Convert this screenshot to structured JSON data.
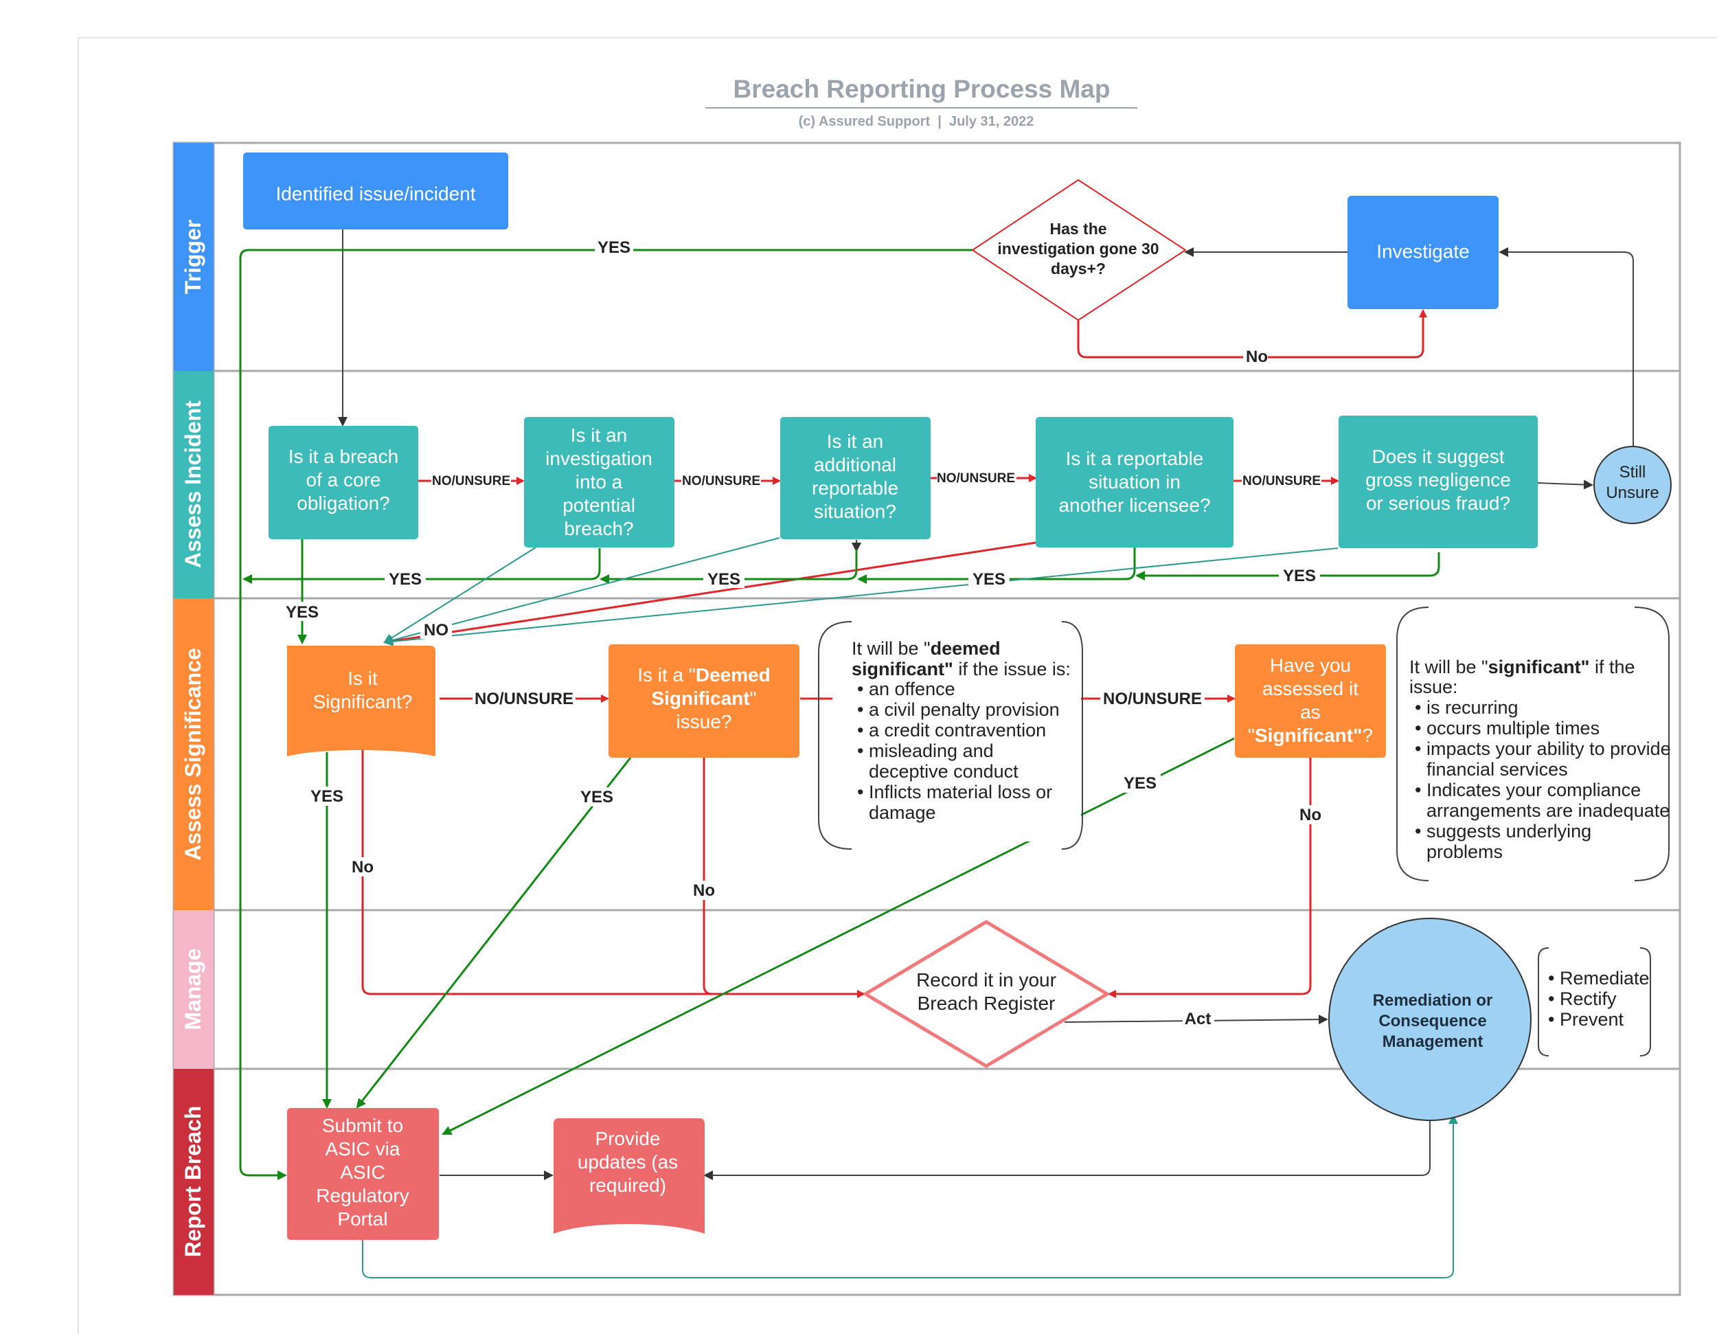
{
  "title": "Breach Reporting Process Map",
  "subtitle": "(c) Assured Support  |  July 31, 2022",
  "colors": {
    "trigger": "#3d94f6",
    "assess_incident": "#3dbbb8",
    "assess_significance": "#ff8a38",
    "manage": "#f4b6c8",
    "report_breach": "#c9303c",
    "decision_red": "#e0252b",
    "yes_green": "#138a13",
    "teal_line": "#2a9a8c",
    "report_box": "#ec6a6c",
    "circle_blue": "#9fd2f2"
  },
  "lanes": {
    "trigger": "Trigger",
    "assess_incident": "Assess Incident",
    "assess_significance": "Assess Significance",
    "manage": "Manage",
    "report_breach": "Report Breach"
  },
  "nodes": {
    "identified": "Identified issue/incident",
    "investigation30": [
      "Has the",
      "investigation gone 30",
      "days+?"
    ],
    "investigate": "Investigate",
    "core_breach": [
      "Is it a breach",
      "of a core",
      "obligation?"
    ],
    "investigation_breach": [
      "Is it an",
      "investigation",
      "into a",
      "potential",
      "breach?"
    ],
    "additional": [
      "Is it an",
      "additional",
      "reportable",
      "situation?"
    ],
    "reportable_other": [
      "Is it a reportable",
      "situation in",
      "another licensee?"
    ],
    "gross_negligence": [
      "Does it suggest",
      "gross negligence",
      "or serious fraud?"
    ],
    "still_unsure": [
      "Still",
      "Unsure"
    ],
    "is_significant": [
      "Is it",
      "Significant?"
    ],
    "deemed_significant": {
      "l1_pre": "Is it a \"",
      "l1_bold": "Deemed",
      "l2_bold": "Significant",
      "l2_post": "\"",
      "l3": "issue?"
    },
    "assessed_significant": {
      "l1": "Have you",
      "l2": "assessed it",
      "l3": "as",
      "l4_pre": "\"",
      "l4_bold": "Significant\"",
      "l4_post": "?"
    },
    "record": [
      "Record it in your",
      "Breach Register"
    ],
    "remediation": [
      "Remediation or",
      "Consequence",
      "Management"
    ],
    "submit": [
      "Submit to",
      "ASIC via",
      "ASIC",
      "Regulatory",
      "Portal"
    ],
    "updates": [
      "Provide",
      "updates (as",
      "required)"
    ]
  },
  "notes": {
    "deemed": {
      "intro_pre": "It will be \"",
      "intro_bold1": "deemed",
      "intro_bold2": "significant\"",
      "intro_post": " if the issue is:",
      "items": [
        "an offence",
        "a civil penalty provision",
        "a credit contravention",
        "misleading and",
        "deceptive conduct",
        "Inflicts material loss or",
        "damage"
      ]
    },
    "significant": {
      "intro_pre": "It will be \"",
      "intro_bold": "significant\"",
      "intro_post": " if the",
      "intro_l2": "issue:",
      "items": [
        "is recurring",
        "occurs multiple times",
        "impacts your ability to provide",
        "financial services",
        "Indicates your compliance",
        "arrangements are inadequate",
        "suggests underlying",
        "problems"
      ]
    },
    "actions": [
      "Remediate",
      "Rectify",
      "Prevent"
    ]
  },
  "edge_labels": {
    "yes": "YES",
    "no_title": "No",
    "no_caps": "NO",
    "no_unsure": "NO/UNSURE",
    "act": "Act"
  }
}
